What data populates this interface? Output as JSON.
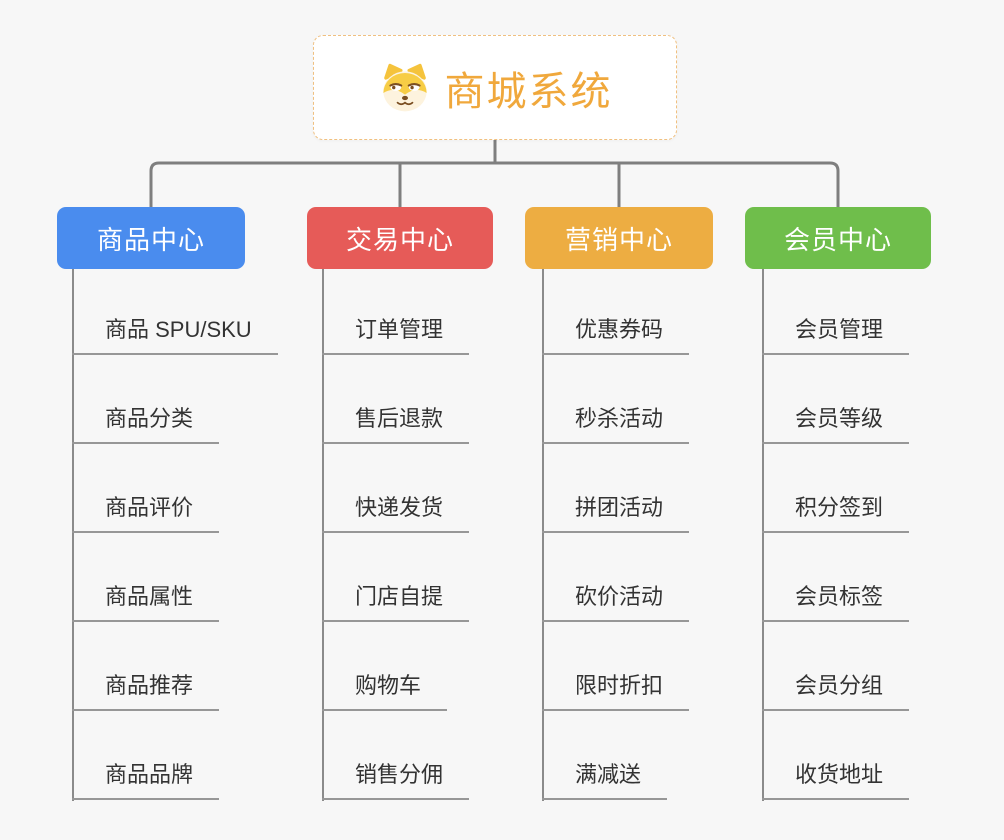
{
  "page": {
    "background_color": "#f7f7f7",
    "connector_color": "#7f7f7f",
    "underline_color": "#979797"
  },
  "root": {
    "title": "商城系统",
    "icon": "shiba-dog-icon",
    "text_color": "#f0a83c",
    "border_color": "#f0c080"
  },
  "branches": [
    {
      "label": "商品中心",
      "color": "#4a8cee",
      "items": [
        "商品 SPU/SKU",
        "商品分类",
        "商品评价",
        "商品属性",
        "商品推荐",
        "商品品牌"
      ]
    },
    {
      "label": "交易中心",
      "color": "#e65b58",
      "items": [
        "订单管理",
        "售后退款",
        "快递发货",
        "门店自提",
        "购物车",
        "销售分佣"
      ]
    },
    {
      "label": "营销中心",
      "color": "#edad42",
      "items": [
        "优惠券码",
        "秒杀活动",
        "拼团活动",
        "砍价活动",
        "限时折扣",
        "满减送"
      ]
    },
    {
      "label": "会员中心",
      "color": "#6fbe4b",
      "items": [
        "会员管理",
        "会员等级",
        "积分签到",
        "会员标签",
        "会员分组",
        "收货地址"
      ]
    }
  ]
}
